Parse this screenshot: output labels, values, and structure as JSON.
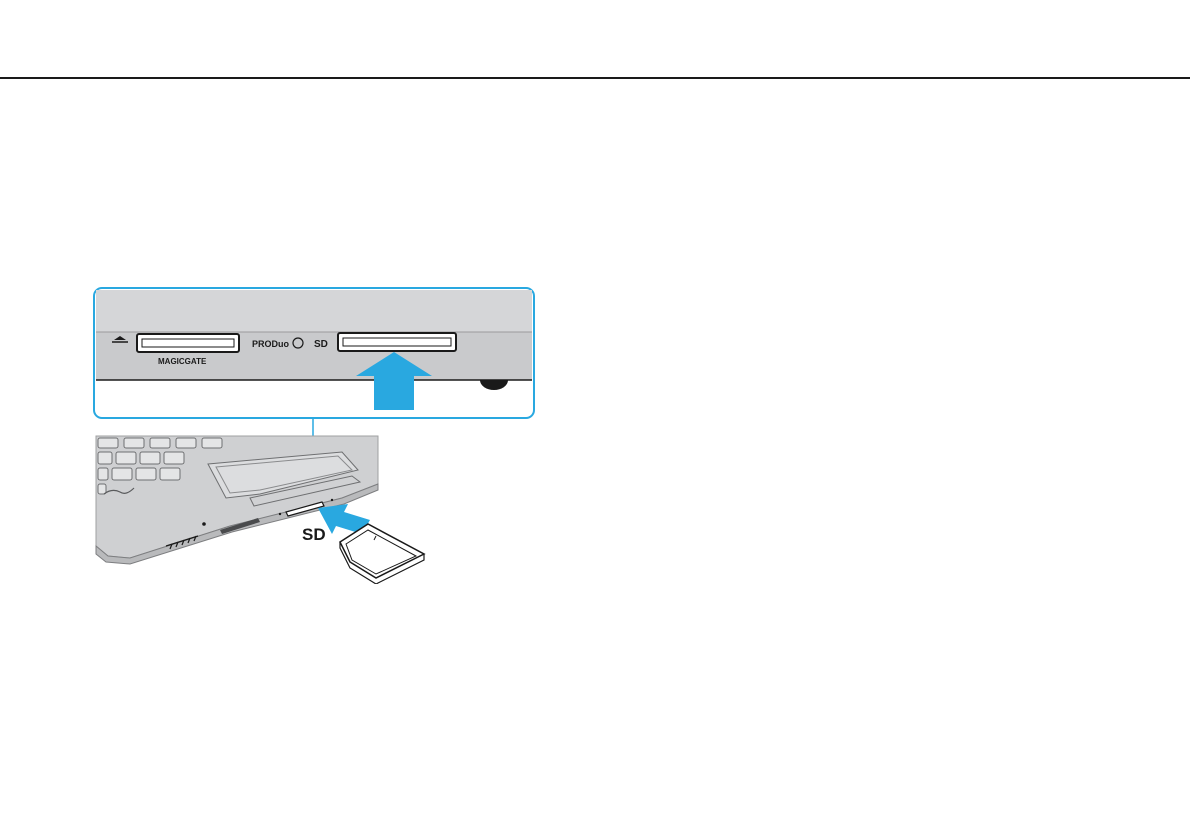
{
  "page": {
    "illustration": {
      "alt_name": "sd-card-insertion-diagram",
      "inset": {
        "magicgate_label": "MAGICGATE",
        "proddu_label": "PRODuo",
        "sd_label": "SD"
      },
      "callout": {
        "sd_label": "SD"
      },
      "colors": {
        "accent": "#29a8e0",
        "body_gray": "#cfd0d2",
        "panel_gray": "#d5d6d8",
        "outline": "#1a1a1a"
      }
    }
  }
}
